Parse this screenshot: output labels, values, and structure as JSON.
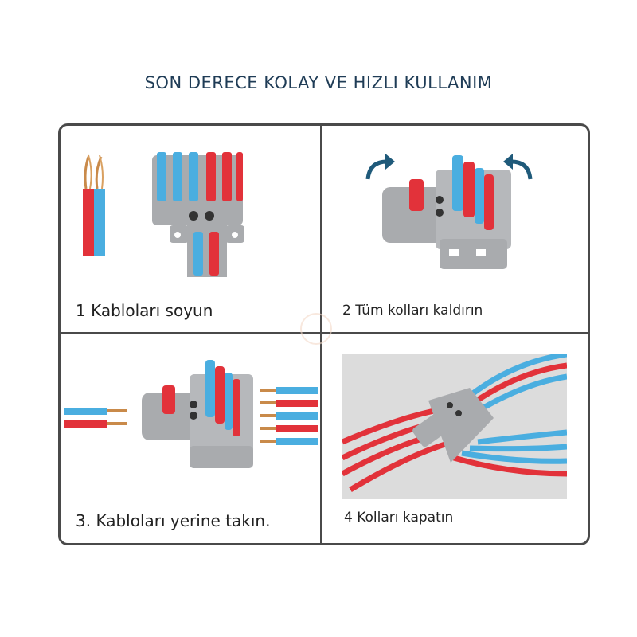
{
  "title": "SON DERECE KOLAY VE HIZLI KULLANIM",
  "steps": [
    {
      "caption": "1 Kabloları soyun"
    },
    {
      "caption": "2 Tüm kolları kaldırın"
    },
    {
      "caption": "3. Kabloları yerine takın."
    },
    {
      "caption": "4 Kolları kapatın"
    }
  ],
  "colors": {
    "red": "#e2323a",
    "blue": "#4aaee0",
    "gray": "#a9abae",
    "border": "#4a4a4a",
    "title": "#1f3c56"
  }
}
